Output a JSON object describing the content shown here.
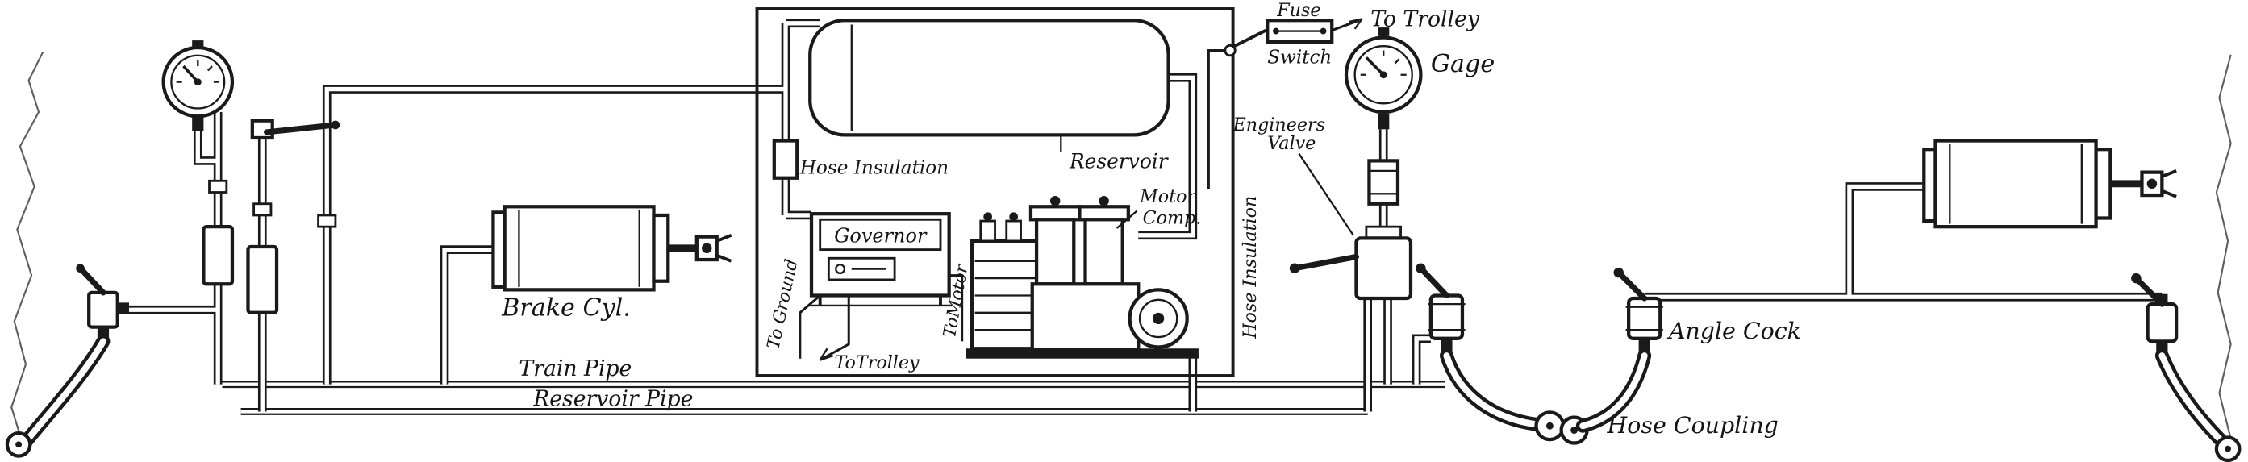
{
  "diagram": {
    "labels": {
      "fuse": "Fuse",
      "switch": "Switch",
      "to_trolley_top": "To Trolley",
      "gage": "Gage",
      "engineers": "Engineers",
      "engineers_valve": "Valve",
      "hose_insulation_top": "Hose Insulation",
      "reservoir": "Reservoir",
      "motor": "Motor",
      "comp": "Comp.",
      "governor": "Governor",
      "to_ground": "To Ground",
      "to_trolley_bottom": "ToTrolley",
      "to_motor": "ToMotor",
      "brake_cyl": "Brake Cyl.",
      "hose_insulation_side": "Hose Insulation",
      "train_pipe": "Train Pipe",
      "reservoir_pipe": "Reservoir Pipe",
      "angle_cock": "Angle Cock",
      "hose_coupling": "Hose Coupling"
    },
    "colors": {
      "ink": "#1a1a1a",
      "paper": "#ffffff"
    }
  }
}
